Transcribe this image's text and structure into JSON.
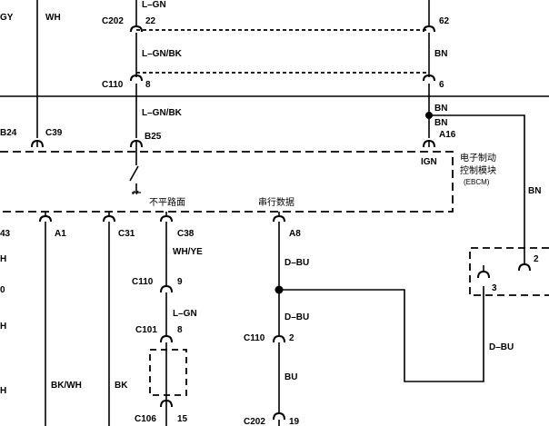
{
  "diagram": {
    "wires": {
      "gy": "GY",
      "wh": "WH",
      "l_gn_top": "L–GN",
      "l_gn_bk_1": "L–GN/BK",
      "l_gn_bk_2": "L–GN/BK",
      "bn_1": "BN",
      "bn_2": "BN",
      "bn_3": "BN",
      "bn_right": "BN",
      "wh_ye": "WH/YE",
      "l_gn_mid": "L–GN",
      "d_bu_1": "D–BU",
      "d_bu_2": "D–BU",
      "d_bu_3": "D–BU",
      "bu": "BU",
      "bk_wh": "BK/WH",
      "bk": "BK"
    },
    "connectors": {
      "c202_top": "C202",
      "c202_top_pin": "22",
      "right_top_pin": "62",
      "c110_top": "C110",
      "c110_top_pin": "8",
      "right_mid_pin": "6",
      "b24": "B24",
      "c39": "C39",
      "b25": "B25",
      "a16": "A16",
      "ign": "IGN",
      "left_43": "43",
      "a1": "A1",
      "c31": "C31",
      "c38": "C38",
      "a8": "A8",
      "c110_low": "C110",
      "c110_low_pin": "9",
      "c101": "C101",
      "c101_pin": "8",
      "c110_mid": "C110",
      "c110_mid_pin": "2",
      "c106": "C106",
      "c106_pin": "15",
      "c202_bottom": "C202",
      "c202_bottom_pin": "19",
      "right_pin_2": "2",
      "right_pin_3": "3"
    },
    "labels": {
      "module_line1": "电子制动",
      "module_line2": "控制模块",
      "module_line3": "(EBCM)",
      "rough_road": "不平路面",
      "serial_data": "串行数据",
      "left_h1": "H",
      "left_0": "0",
      "left_h2": "H",
      "left_h3": "H"
    }
  }
}
